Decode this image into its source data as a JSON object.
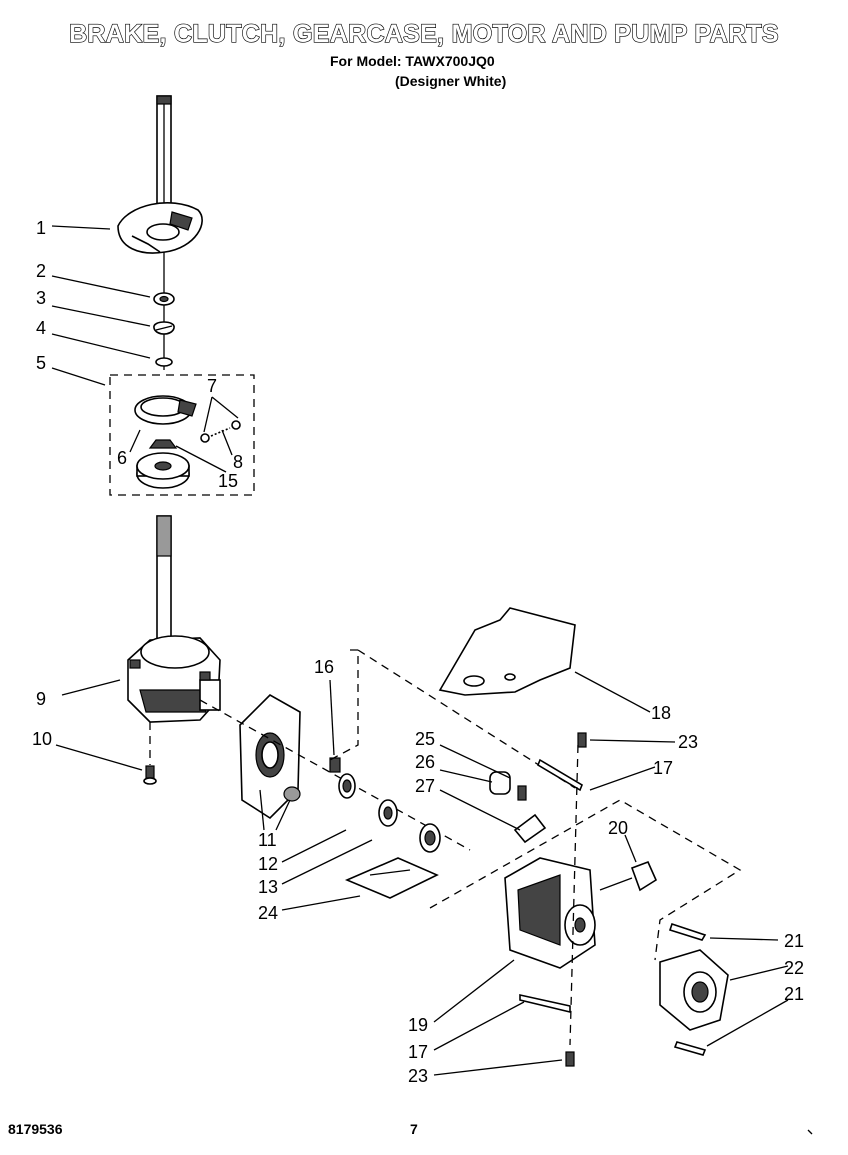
{
  "header": {
    "title": "BRAKE, CLUTCH, GEARCASE, MOTOR AND PUMP PARTS",
    "model_line": "For Model: TAWX700JQ0",
    "color_line": "(Designer White)"
  },
  "footer": {
    "document_number": "8179536",
    "page_number": "7"
  },
  "callouts": [
    {
      "id": "callout-1",
      "label": "1"
    },
    {
      "id": "callout-2",
      "label": "2"
    },
    {
      "id": "callout-3",
      "label": "3"
    },
    {
      "id": "callout-4",
      "label": "4"
    },
    {
      "id": "callout-5",
      "label": "5"
    },
    {
      "id": "callout-6",
      "label": "6"
    },
    {
      "id": "callout-7",
      "label": "7"
    },
    {
      "id": "callout-8",
      "label": "8"
    },
    {
      "id": "callout-15",
      "label": "15"
    },
    {
      "id": "callout-9",
      "label": "9"
    },
    {
      "id": "callout-10",
      "label": "10"
    },
    {
      "id": "callout-11",
      "label": "11"
    },
    {
      "id": "callout-12",
      "label": "12"
    },
    {
      "id": "callout-13",
      "label": "13"
    },
    {
      "id": "callout-24",
      "label": "24"
    },
    {
      "id": "callout-16",
      "label": "16"
    },
    {
      "id": "callout-18",
      "label": "18"
    },
    {
      "id": "callout-23a",
      "label": "23"
    },
    {
      "id": "callout-17a",
      "label": "17"
    },
    {
      "id": "callout-25",
      "label": "25"
    },
    {
      "id": "callout-26",
      "label": "26"
    },
    {
      "id": "callout-27",
      "label": "27"
    },
    {
      "id": "callout-20",
      "label": "20"
    },
    {
      "id": "callout-21a",
      "label": "21"
    },
    {
      "id": "callout-22",
      "label": "22"
    },
    {
      "id": "callout-21b",
      "label": "21"
    },
    {
      "id": "callout-19",
      "label": "19"
    },
    {
      "id": "callout-17b",
      "label": "17"
    },
    {
      "id": "callout-23b",
      "label": "23"
    }
  ]
}
